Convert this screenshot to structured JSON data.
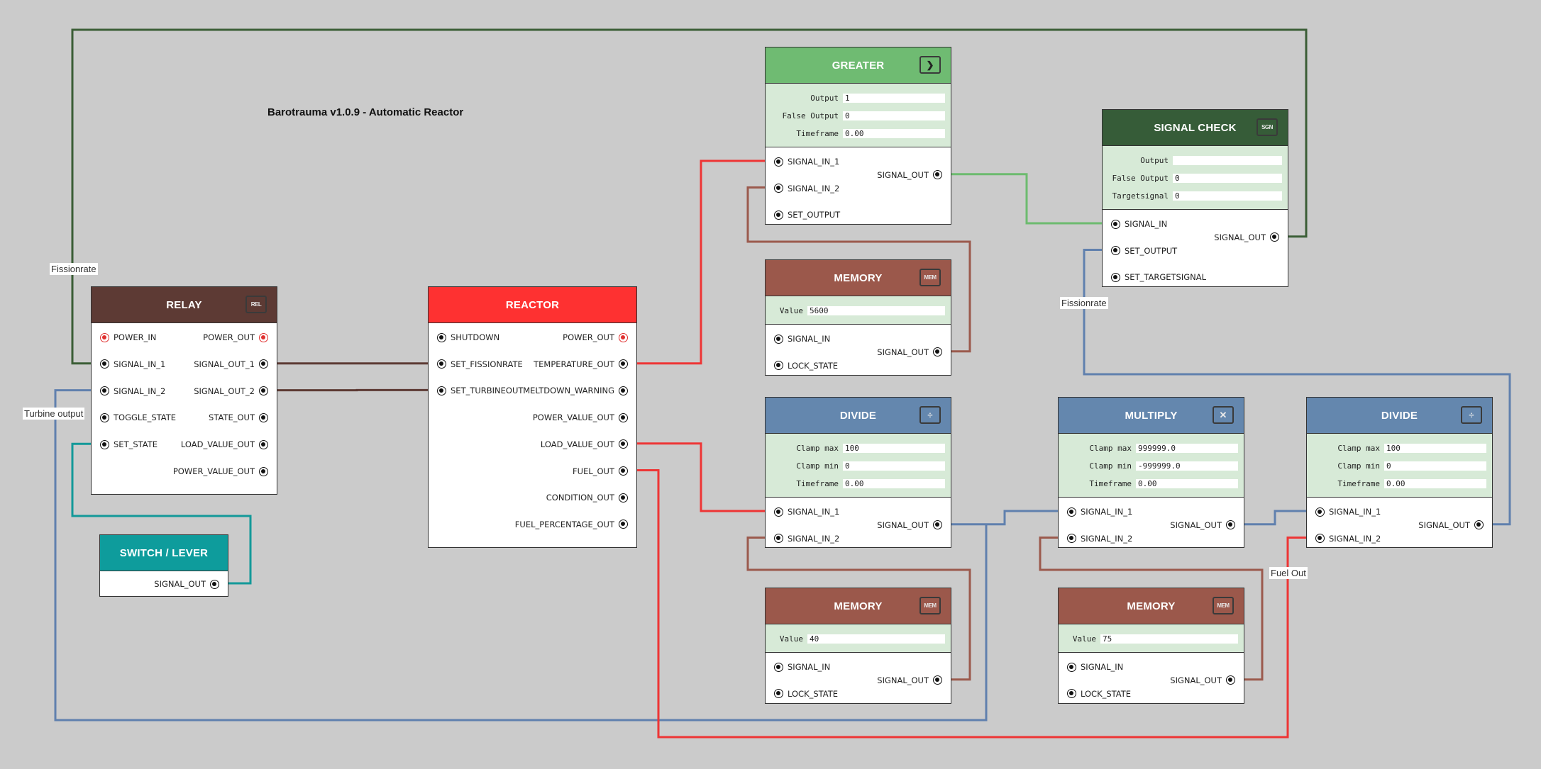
{
  "diagram_title": "Barotrauma v1.0.9 - Automatic Reactor",
  "colors": {
    "relay": "#5d3a34",
    "reactor": "#fe3131",
    "greater": "#6fbb72",
    "signal_check": "#365c38",
    "memory": "#9b584b",
    "math": "#6487ae",
    "switch": "#0e9c9c",
    "params_bg": "#d7ead7",
    "canvas": "#cbcbcb",
    "wire_red": "#ee3535",
    "wire_brown": "#5d3a34",
    "wire_lightbrown": "#9b5a4d",
    "wire_blue": "#6080ae",
    "wire_green": "#6dbb6f",
    "wire_darkgreen": "#3b5e36",
    "wire_teal": "#139999"
  },
  "wire_labels": {
    "fissionrate_left": "Fissionrate",
    "turbine_output": "Turbine output",
    "fissionrate_right": "Fissionrate",
    "fuel_out": "Fuel Out"
  },
  "nodes": {
    "relay": {
      "title": "RELAY",
      "icon": "relay-icon",
      "icon_text": "REL",
      "inputs": [
        "POWER_IN",
        "SIGNAL_IN_1",
        "SIGNAL_IN_2",
        "TOGGLE_STATE",
        "SET_STATE"
      ],
      "outputs": [
        "POWER_OUT",
        "SIGNAL_OUT_1",
        "SIGNAL_OUT_2",
        "STATE_OUT",
        "LOAD_VALUE_OUT",
        "POWER_VALUE_OUT"
      ]
    },
    "reactor": {
      "title": "REACTOR",
      "inputs": [
        "SHUTDOWN",
        "SET_FISSIONRATE",
        "SET_TURBINEOUT"
      ],
      "outputs": [
        "POWER_OUT",
        "TEMPERATURE_OUT",
        "MELTDOWN_WARNING",
        "POWER_VALUE_OUT",
        "LOAD_VALUE_OUT",
        "FUEL_OUT",
        "CONDITION_OUT",
        "FUEL_PERCENTAGE_OUT"
      ]
    },
    "switch": {
      "title": "SWITCH / LEVER",
      "outputs": [
        "SIGNAL_OUT"
      ]
    },
    "greater": {
      "title": "GREATER",
      "icon": "greater-icon",
      "icon_text": "❯",
      "params": [
        {
          "label": "Output",
          "value": "1"
        },
        {
          "label": "False Output",
          "value": "0"
        },
        {
          "label": "Timeframe",
          "value": "0.00"
        }
      ],
      "inputs": [
        "SIGNAL_IN_1",
        "SIGNAL_IN_2",
        "SET_OUTPUT"
      ],
      "outputs": [
        "SIGNAL_OUT"
      ]
    },
    "memory1": {
      "title": "MEMORY",
      "icon": "memory-icon",
      "icon_text": "MEM",
      "params": [
        {
          "label": "Value",
          "value": "5600"
        }
      ],
      "inputs": [
        "SIGNAL_IN",
        "LOCK_STATE"
      ],
      "outputs": [
        "SIGNAL_OUT"
      ]
    },
    "divide1": {
      "title": "DIVIDE",
      "icon": "divide-icon",
      "icon_text": "÷",
      "params": [
        {
          "label": "Clamp max",
          "value": "100"
        },
        {
          "label": "Clamp min",
          "value": "0"
        },
        {
          "label": "Timeframe",
          "value": "0.00"
        }
      ],
      "inputs": [
        "SIGNAL_IN_1",
        "SIGNAL_IN_2"
      ],
      "outputs": [
        "SIGNAL_OUT"
      ]
    },
    "memory2": {
      "title": "MEMORY",
      "icon": "memory-icon",
      "icon_text": "MEM",
      "params": [
        {
          "label": "Value",
          "value": "40"
        }
      ],
      "inputs": [
        "SIGNAL_IN",
        "LOCK_STATE"
      ],
      "outputs": [
        "SIGNAL_OUT"
      ]
    },
    "signal_check": {
      "title": "SIGNAL CHECK",
      "icon": "signal-check-icon",
      "icon_text": "SGN",
      "params": [
        {
          "label": "Output",
          "value": ""
        },
        {
          "label": "False Output",
          "value": "0"
        },
        {
          "label": "Targetsignal",
          "value": "0"
        }
      ],
      "inputs": [
        "SIGNAL_IN",
        "SET_OUTPUT",
        "SET_TARGETSIGNAL"
      ],
      "outputs": [
        "SIGNAL_OUT"
      ]
    },
    "multiply": {
      "title": "MULTIPLY",
      "icon": "multiply-icon",
      "icon_text": "✕",
      "params": [
        {
          "label": "Clamp max",
          "value": "999999.0"
        },
        {
          "label": "Clamp min",
          "value": "-999999.0"
        },
        {
          "label": "Timeframe",
          "value": "0.00"
        }
      ],
      "inputs": [
        "SIGNAL_IN_1",
        "SIGNAL_IN_2"
      ],
      "outputs": [
        "SIGNAL_OUT"
      ]
    },
    "memory3": {
      "title": "MEMORY",
      "icon": "memory-icon",
      "icon_text": "MEM",
      "params": [
        {
          "label": "Value",
          "value": "75"
        }
      ],
      "inputs": [
        "SIGNAL_IN",
        "LOCK_STATE"
      ],
      "outputs": [
        "SIGNAL_OUT"
      ]
    },
    "divide2": {
      "title": "DIVIDE",
      "icon": "divide-icon",
      "icon_text": "÷",
      "params": [
        {
          "label": "Clamp max",
          "value": "100"
        },
        {
          "label": "Clamp min",
          "value": "0"
        },
        {
          "label": "Timeframe",
          "value": "0.00"
        }
      ],
      "inputs": [
        "SIGNAL_IN_1",
        "SIGNAL_IN_2"
      ],
      "outputs": [
        "SIGNAL_OUT"
      ]
    }
  }
}
